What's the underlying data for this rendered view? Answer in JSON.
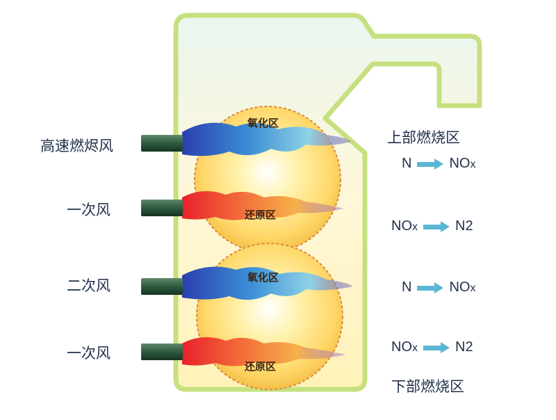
{
  "inlets": [
    {
      "label": "高速燃烬风"
    },
    {
      "label": "一次风"
    },
    {
      "label": "二次风"
    },
    {
      "label": "一次风"
    }
  ],
  "zones": {
    "upper_oxidation": "氧化区",
    "upper_reduction": "还原区",
    "lower_oxidation": "氧化区",
    "lower_reduction": "还原区"
  },
  "regions": {
    "upper": "上部燃烧区",
    "lower": "下部燃烧区"
  },
  "reactions": [
    {
      "from": "N",
      "to_main": "NO",
      "to_sub": "x"
    },
    {
      "from_main": "NO",
      "from_sub": "x",
      "to": "N2"
    },
    {
      "from": "N",
      "to_main": "NO",
      "to_sub": "x"
    },
    {
      "from_main": "NO",
      "from_sub": "x",
      "to": "N2"
    }
  ],
  "colors": {
    "frame": "#c6e07f",
    "zone_border": "#d88a3a",
    "arrow": "#5bb6d6",
    "pipe": "#2e5b3f"
  }
}
